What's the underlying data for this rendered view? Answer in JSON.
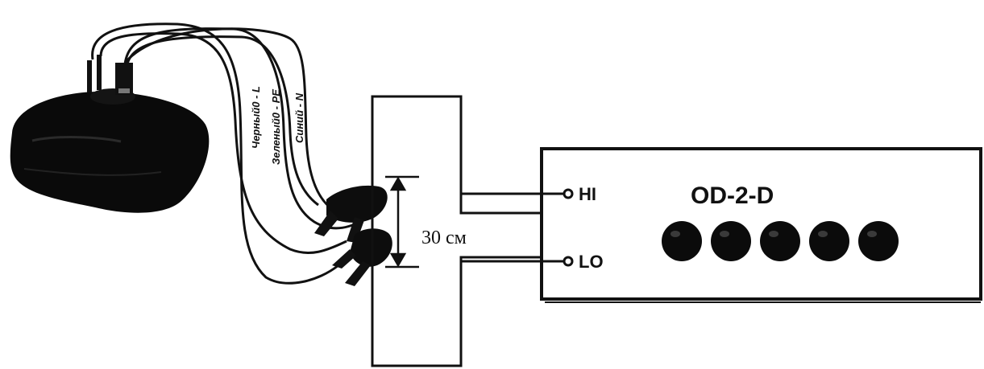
{
  "wires": {
    "black_l": "Черный0 - L",
    "green_pe": "Зеленый0 - PE",
    "blue_n": "Синий - N"
  },
  "dimension": {
    "text": "30 см"
  },
  "instrument": {
    "name": "OD-2-D",
    "terminal_hi": "HI",
    "terminal_lo": "LO",
    "knob_count": 5
  }
}
